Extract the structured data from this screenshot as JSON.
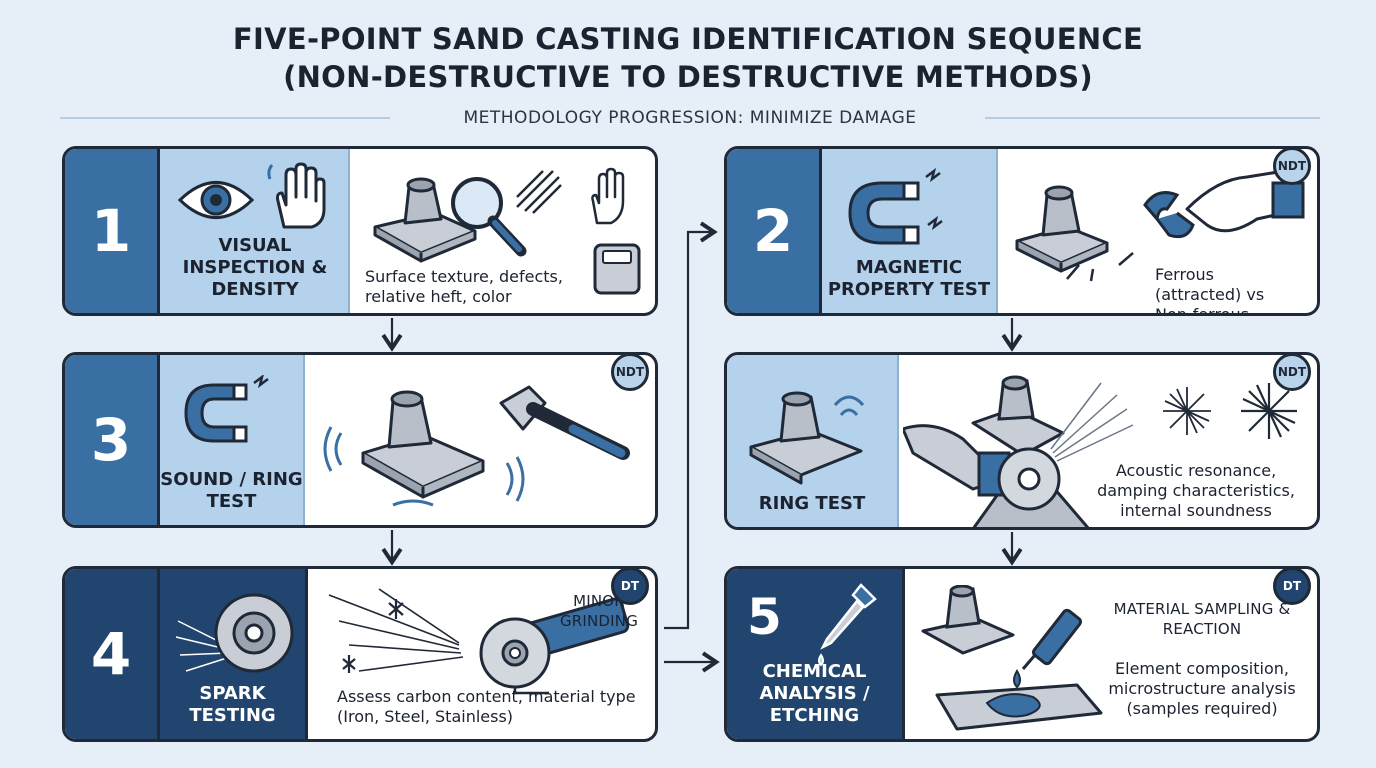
{
  "title_line1": "FIVE-POINT SAND CASTING IDENTIFICATION SEQUENCE",
  "title_line2": "(NON-DESTRUCTIVE TO DESTRUCTIVE METHODS)",
  "subtitle": "METHODOLOGY PROGRESSION: MINIMIZE DAMAGE",
  "colors": {
    "primary_blue": "#3a6fa4",
    "dark_navy": "#21456e",
    "light_blue": "#b4d2ec",
    "background": "#e6eff8"
  },
  "steps": [
    {
      "number": "1",
      "label": "VISUAL INSPECTION & DENSITY",
      "description": "Surface texture, defects, relative heft, color"
    },
    {
      "number": "2",
      "label": "MAGNETIC PROPERTY TEST",
      "description": "Ferrous (attracted) vs Non-ferrous",
      "badge": "NDT"
    },
    {
      "number": "3",
      "label": "SOUND / RING TEST",
      "badge": "NDT"
    },
    {
      "label": "RING TEST",
      "description": "Acoustic resonance, damping characteristics, internal soundness",
      "badge": "NDT"
    },
    {
      "number": "4",
      "label": "SPARK TESTING",
      "note": "MINOR GRINDING",
      "description": "Assess carbon content, material type (Iron, Steel, Stainless)",
      "badge": "DT"
    },
    {
      "number": "5",
      "label": "CHEMICAL ANALYSIS / ETCHING",
      "note": "MATERIAL SAMPLING & REACTION",
      "description": "Element composition, microstructure analysis (samples required)",
      "badge": "DT"
    }
  ]
}
